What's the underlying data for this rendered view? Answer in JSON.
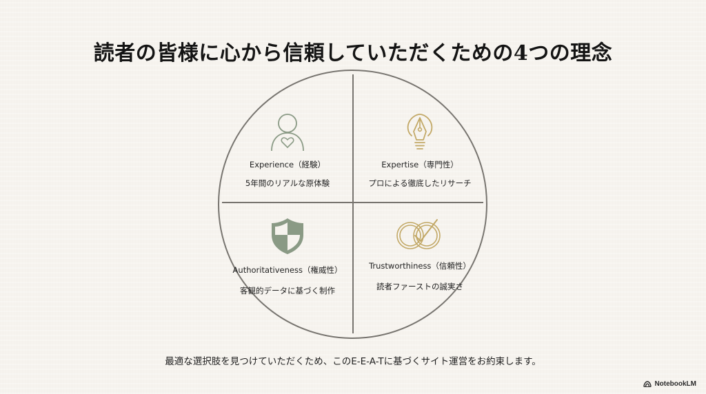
{
  "title": "読者の皆様に心から信頼していただくための4つの理念",
  "colors": {
    "background": "#f6f3ee",
    "line": "#77746f",
    "icon_sage": "#8a9a85",
    "icon_gold": "#c2a866",
    "shield_fill": "#8a9a85"
  },
  "quadrants": [
    {
      "position": "top-left",
      "icon": "person-heart-icon",
      "heading": "Experience（経験）",
      "description": "5年間のリアルな原体験"
    },
    {
      "position": "top-right",
      "icon": "pen-nib-lightbulb-icon",
      "heading": "Expertise（専門性）",
      "description": "プロによる徹底したリサーチ"
    },
    {
      "position": "bottom-left",
      "icon": "shield-icon",
      "heading": "Authoritativeness（権威性）",
      "description": "客観的データに基づく制作"
    },
    {
      "position": "bottom-right",
      "icon": "rings-check-icon",
      "heading": "Trustworthiness（信頼性）",
      "description": "読者ファーストの誠実さ"
    }
  ],
  "footer": {
    "text": "最適な選択肢を見つけていただくため、このE-E-A-Tに基づくサイト運営をお約束します。"
  },
  "brand": {
    "icon": "notebooklm-logo-icon",
    "label": "NotebookLM"
  }
}
